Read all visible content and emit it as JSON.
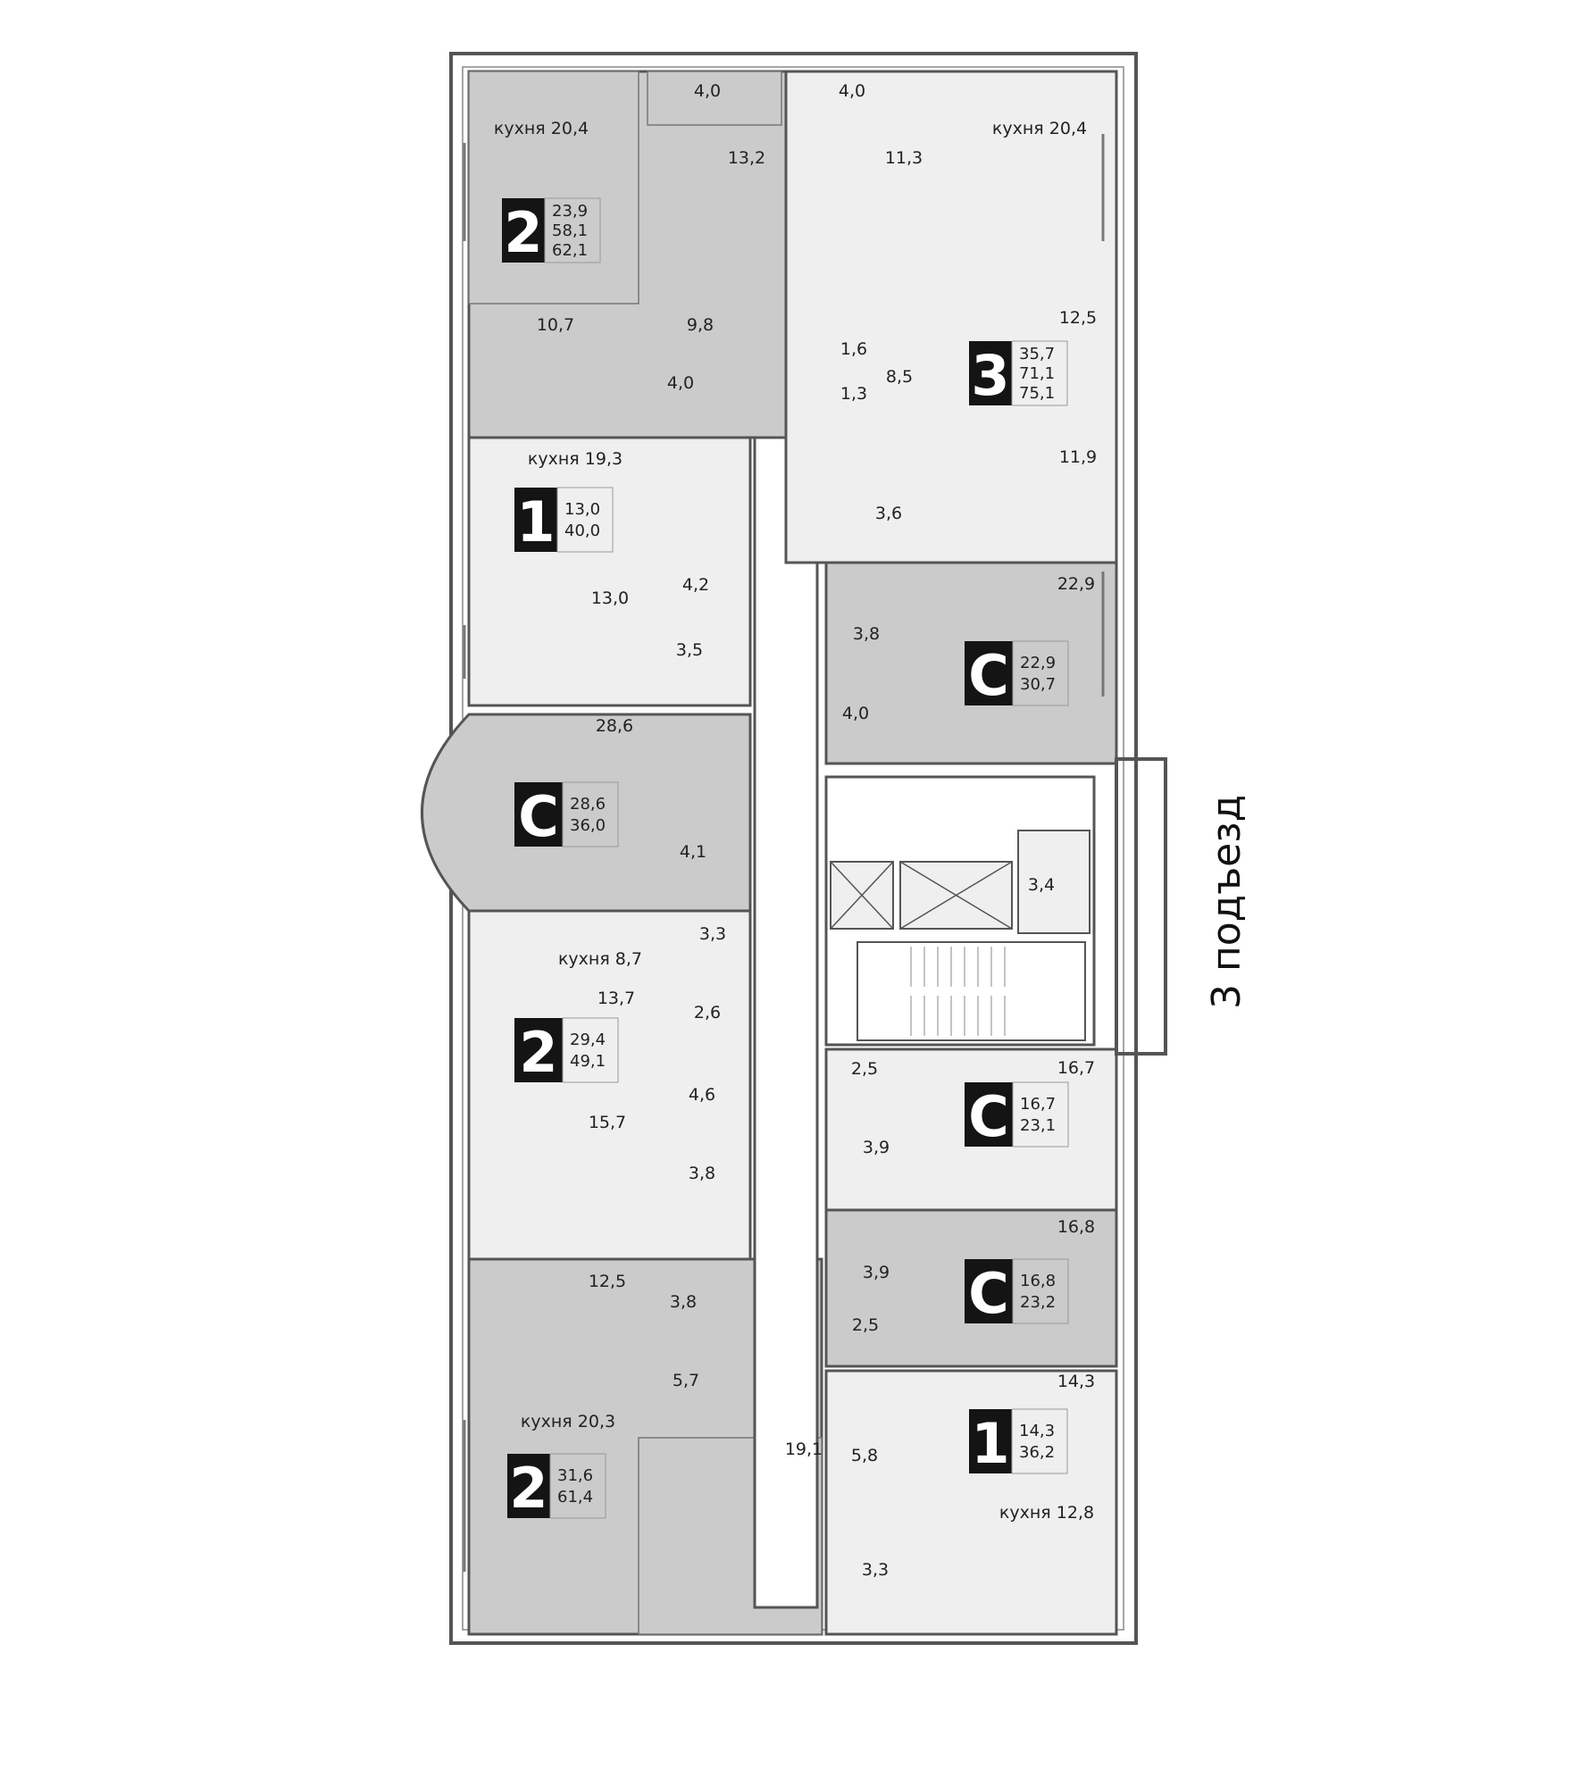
{
  "entrance_label": "3 подъезд",
  "colors": {
    "apartment_dark": "#cbcbcb",
    "apartment_light": "#efefef",
    "badge": "#141414",
    "wall": "#555555",
    "corridor": "#ffffff"
  },
  "apartments": [
    {
      "type": "2",
      "stats": [
        "23,9",
        "58,1",
        "62,1"
      ]
    },
    {
      "type": "3",
      "stats": [
        "35,7",
        "71,1",
        "75,1"
      ]
    },
    {
      "type": "1",
      "stats": [
        "13,0",
        "40,0"
      ]
    },
    {
      "type": "С",
      "stats": [
        "22,9",
        "30,7"
      ]
    },
    {
      "type": "С",
      "stats": [
        "28,6",
        "36,0"
      ]
    },
    {
      "type": "2",
      "stats": [
        "29,4",
        "49,1"
      ]
    },
    {
      "type": "С",
      "stats": [
        "16,7",
        "23,1"
      ]
    },
    {
      "type": "С",
      "stats": [
        "16,8",
        "23,2"
      ]
    },
    {
      "type": "1",
      "stats": [
        "14,3",
        "36,2"
      ]
    },
    {
      "type": "2",
      "stats": [
        "31,6",
        "61,4"
      ]
    }
  ],
  "rooms": [
    "4,0",
    "4,0",
    "кухня 20,4",
    "13,2",
    "11,3",
    "кухня 20,4",
    "10,7",
    "9,8",
    "4,0",
    "1,6",
    "8,5",
    "1,3",
    "12,5",
    "кухня 19,3",
    "11,9",
    "3,6",
    "4,2",
    "13,0",
    "22,9",
    "3,5",
    "3,8",
    "4,0",
    "28,6",
    "4,1",
    "3,4",
    "3,3",
    "кухня 8,7",
    "13,7",
    "2,6",
    "2,5",
    "16,7",
    "4,6",
    "15,7",
    "3,9",
    "3,8",
    "16,8",
    "12,5",
    "3,8",
    "3,9",
    "2,5",
    "5,7",
    "14,3",
    "кухня 20,3",
    "19,1",
    "5,8",
    "кухня 12,8",
    "3,3"
  ]
}
